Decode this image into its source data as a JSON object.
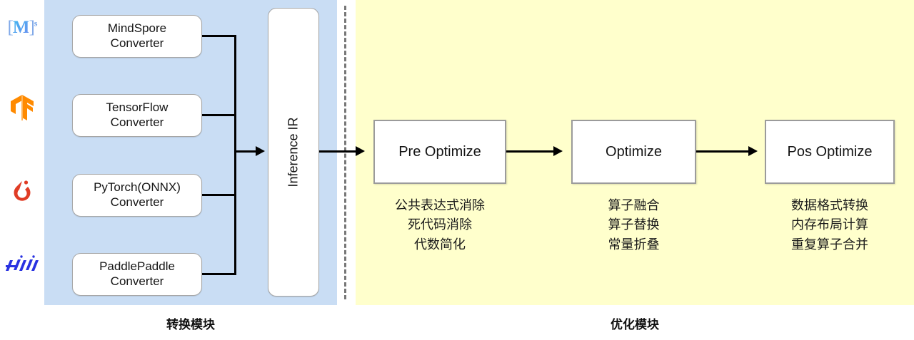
{
  "diagram": {
    "title": "MindSpore Lite inference conversion and optimization pipeline",
    "colors": {
      "convert_region_bg": "#c9ddf4",
      "optimize_region_bg": "#ffffcc",
      "box_fill": "#ffffff",
      "box_border": "#9b9b9b",
      "arrow": "#000000",
      "divider": "#777777"
    }
  },
  "frameworks": [
    {
      "name": "mindspore-logo",
      "mark_left": "[",
      "mark_letter": "M",
      "mark_right": "]",
      "mark_sup": "s",
      "color": "#4a8fe0"
    },
    {
      "name": "tensorflow-logo",
      "color": "#ff8a00"
    },
    {
      "name": "pytorch-logo",
      "color": "#e03c25"
    },
    {
      "name": "paddlepaddle-logo",
      "color": "#2932e1"
    }
  ],
  "converters": [
    {
      "line1": "MindSpore",
      "line2": "Converter"
    },
    {
      "line1": "TensorFlow",
      "line2": "Converter"
    },
    {
      "line1": "PyTorch(ONNX)",
      "line2": "Converter"
    },
    {
      "line1": "PaddlePaddle",
      "line2": "Converter"
    }
  ],
  "ir": {
    "label": "Inference IR"
  },
  "stages": [
    {
      "label": "Pre Optimize",
      "notes": [
        "公共表达式消除",
        "死代码消除",
        "代数简化"
      ]
    },
    {
      "label": "Optimize",
      "notes": [
        "算子融合",
        "算子替换",
        "常量折叠"
      ]
    },
    {
      "label": "Pos Optimize",
      "notes": [
        "数据格式转换",
        "内存布局计算",
        "重复算子合并"
      ]
    }
  ],
  "captions": [
    {
      "text": "转换模块"
    },
    {
      "text": "优化模块"
    }
  ]
}
